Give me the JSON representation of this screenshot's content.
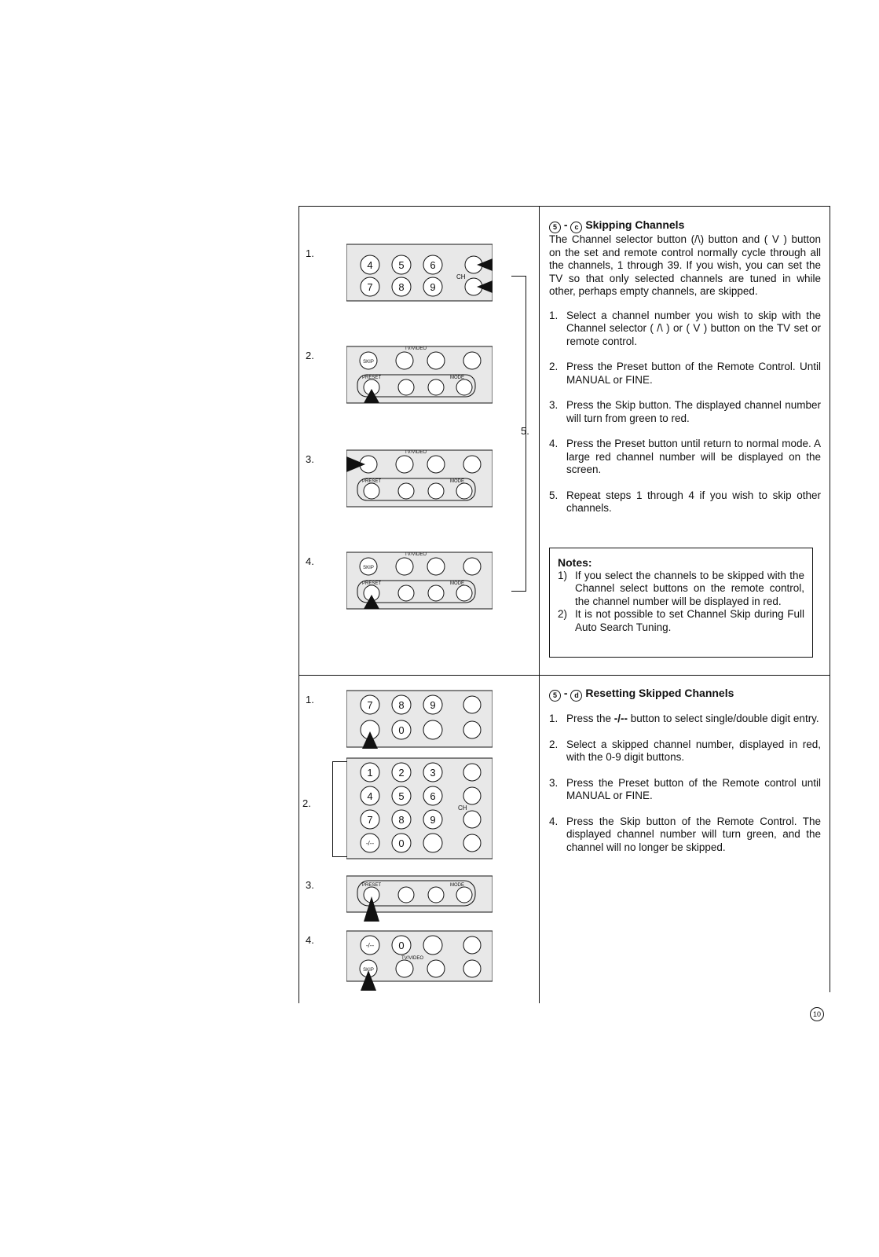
{
  "section1": {
    "num_circled": "5",
    "letter_circled": "c",
    "dash": "-",
    "title": "Skipping Channels",
    "intro": "The Channel selector button (/\\) button and ( V ) button on the set and remote control normally cycle through all the channels, 1 through 39. If you wish, you can set the TV so that only selected channels are tuned in while other, perhaps empty channels, are skipped.",
    "steps": [
      {
        "num": "1.",
        "text": "Select a channel number you wish to skip with the Channel selector ( /\\ ) or ( V ) button on the TV set or remote control."
      },
      {
        "num": "2.",
        "text": "Press the Preset button of the Remote Control. Until MANUAL or FINE."
      },
      {
        "num": "3.",
        "text": "Press the Skip button. The displayed channel number will turn from green to red."
      },
      {
        "num": "4.",
        "text": "Press the Preset button until return to normal mode. A large red channel number will be displayed on the screen."
      },
      {
        "num": "5.",
        "text": "Repeat steps 1 through 4 if you wish to skip other channels."
      }
    ],
    "notes_title": "Notes:",
    "notes": [
      {
        "num": "1)",
        "text": "If you select the channels to be skipped with the Channel select buttons on the remote control, the channel number will be displayed in red."
      },
      {
        "num": "2)",
        "text": "It is not possible to set Channel Skip during Full Auto Search Tuning."
      }
    ],
    "figure_labels": [
      "1.",
      "2.",
      "3.",
      "4."
    ],
    "bracket_label": "5."
  },
  "section2": {
    "num_circled": "5",
    "letter_circled": "d",
    "dash": "-",
    "title": "Resetting Skipped Channels",
    "steps": [
      {
        "num": "1.",
        "pre": "Press the ",
        "bold": "-/--",
        "post": " button to select single/double digit entry."
      },
      {
        "num": "2.",
        "text": "Select a skipped channel number, displayed in red, with the 0-9 digit buttons."
      },
      {
        "num": "3.",
        "text": "Press the Preset button of the Remote control until MANUAL or FINE."
      },
      {
        "num": "4.",
        "text": "Press the Skip button of the Remote Control. The displayed channel number will turn green, and the channel will no longer be skipped."
      }
    ],
    "figure_labels": [
      "1.",
      "2.",
      "3.",
      "4."
    ]
  },
  "remote": {
    "digits_row1": [
      "4",
      "5",
      "6"
    ],
    "digits_row2": [
      "7",
      "8",
      "9"
    ],
    "digits_top": [
      "1",
      "2",
      "3"
    ],
    "bottom_row": [
      "-/--",
      "0"
    ],
    "ch": "CH",
    "skip": "SKIP",
    "tvvideo": "TV/VIDEO",
    "preset": "PRESET",
    "mode": "MODE"
  },
  "page_number": "10"
}
